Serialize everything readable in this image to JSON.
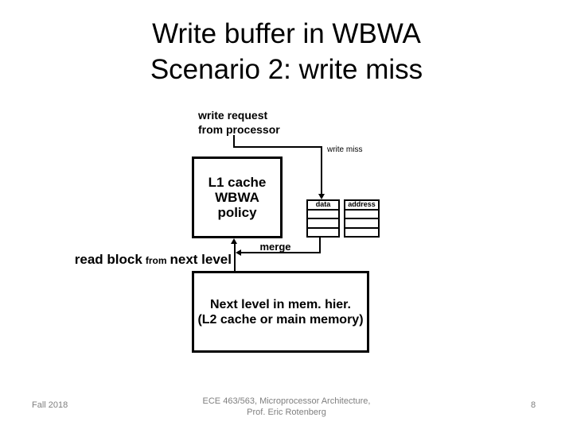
{
  "slide": {
    "title": {
      "line1": "Write buffer in WBWA",
      "line2": "Scenario 2: write miss"
    }
  },
  "diagram": {
    "write_request": {
      "line1": "write request",
      "line2": "from processor"
    },
    "write_miss_label": "write miss",
    "l1_cache": {
      "line1": "L1 cache",
      "line2": "WBWA policy"
    },
    "write_buffer": {
      "data_header": "data",
      "address_header": "address"
    },
    "merge_label": "merge",
    "read_block": {
      "part1": "read block",
      "part2": "from",
      "part3": "next level"
    },
    "next_level": {
      "line1": "Next level in mem. hier.",
      "line2": "(L2 cache or main memory)"
    }
  },
  "footer": {
    "date": "Fall 2018",
    "course": {
      "line1": "ECE 463/563, Microprocessor Architecture,",
      "line2": "Prof. Eric Rotenberg"
    },
    "page_number": "8"
  },
  "colors": {
    "text": "#000000",
    "line": "#000000",
    "footer_text": "#7f7f7f",
    "background": "#ffffff"
  }
}
